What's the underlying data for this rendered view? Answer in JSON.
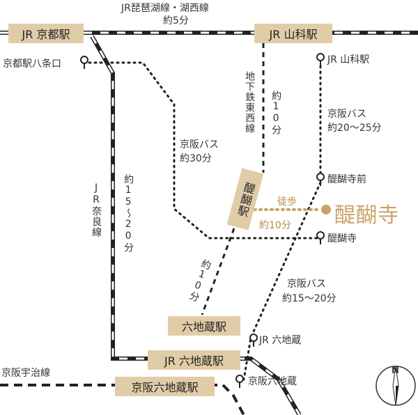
{
  "colors": {
    "station_bg": "#e0cda8",
    "temple_accent": "#c9a36a",
    "walk_text": "#b8893f",
    "line_dark": "#222222",
    "text": "#333333"
  },
  "stations": {
    "jr_kyoto": "JR 京都駅",
    "jr_yamashina": "JR 山科駅",
    "daigo": "醍醐駅",
    "rokujizo": "六地蔵駅",
    "jr_rokujizo": "JR 六地蔵駅",
    "keihan_rokujizo": "京阪六地蔵駅"
  },
  "lines": {
    "jr_biwako": "JR琵琶湖線・湖西線",
    "jr_biwako_time": "約5分",
    "jr_nara": "JR奈良線",
    "jr_nara_time": "約15〜20分",
    "subway": "地下鉄東西線",
    "subway_time_north": "約10分",
    "subway_time_south": "約10分",
    "keihan_uji": "京阪宇治線"
  },
  "bus_stops": {
    "hachijo": "京都駅八条口",
    "jr_yamashina": "JR 山科駅",
    "daigoji_mae": "醍醐寺前",
    "daigoji": "醍醐寺",
    "jr_rokujizo": "JR 六地蔵",
    "keihan_rokujizo": "京阪六地蔵"
  },
  "bus_routes": {
    "route1": "京阪バス",
    "route1_time": "約30分",
    "route2": "京阪バス",
    "route2_time": "約20〜25分",
    "route3": "京阪バス",
    "route3_time": "約15〜20分"
  },
  "walk": {
    "label": "徒歩",
    "time": "約10分"
  },
  "destination": "醍醐寺",
  "compass": {
    "north": "N"
  }
}
